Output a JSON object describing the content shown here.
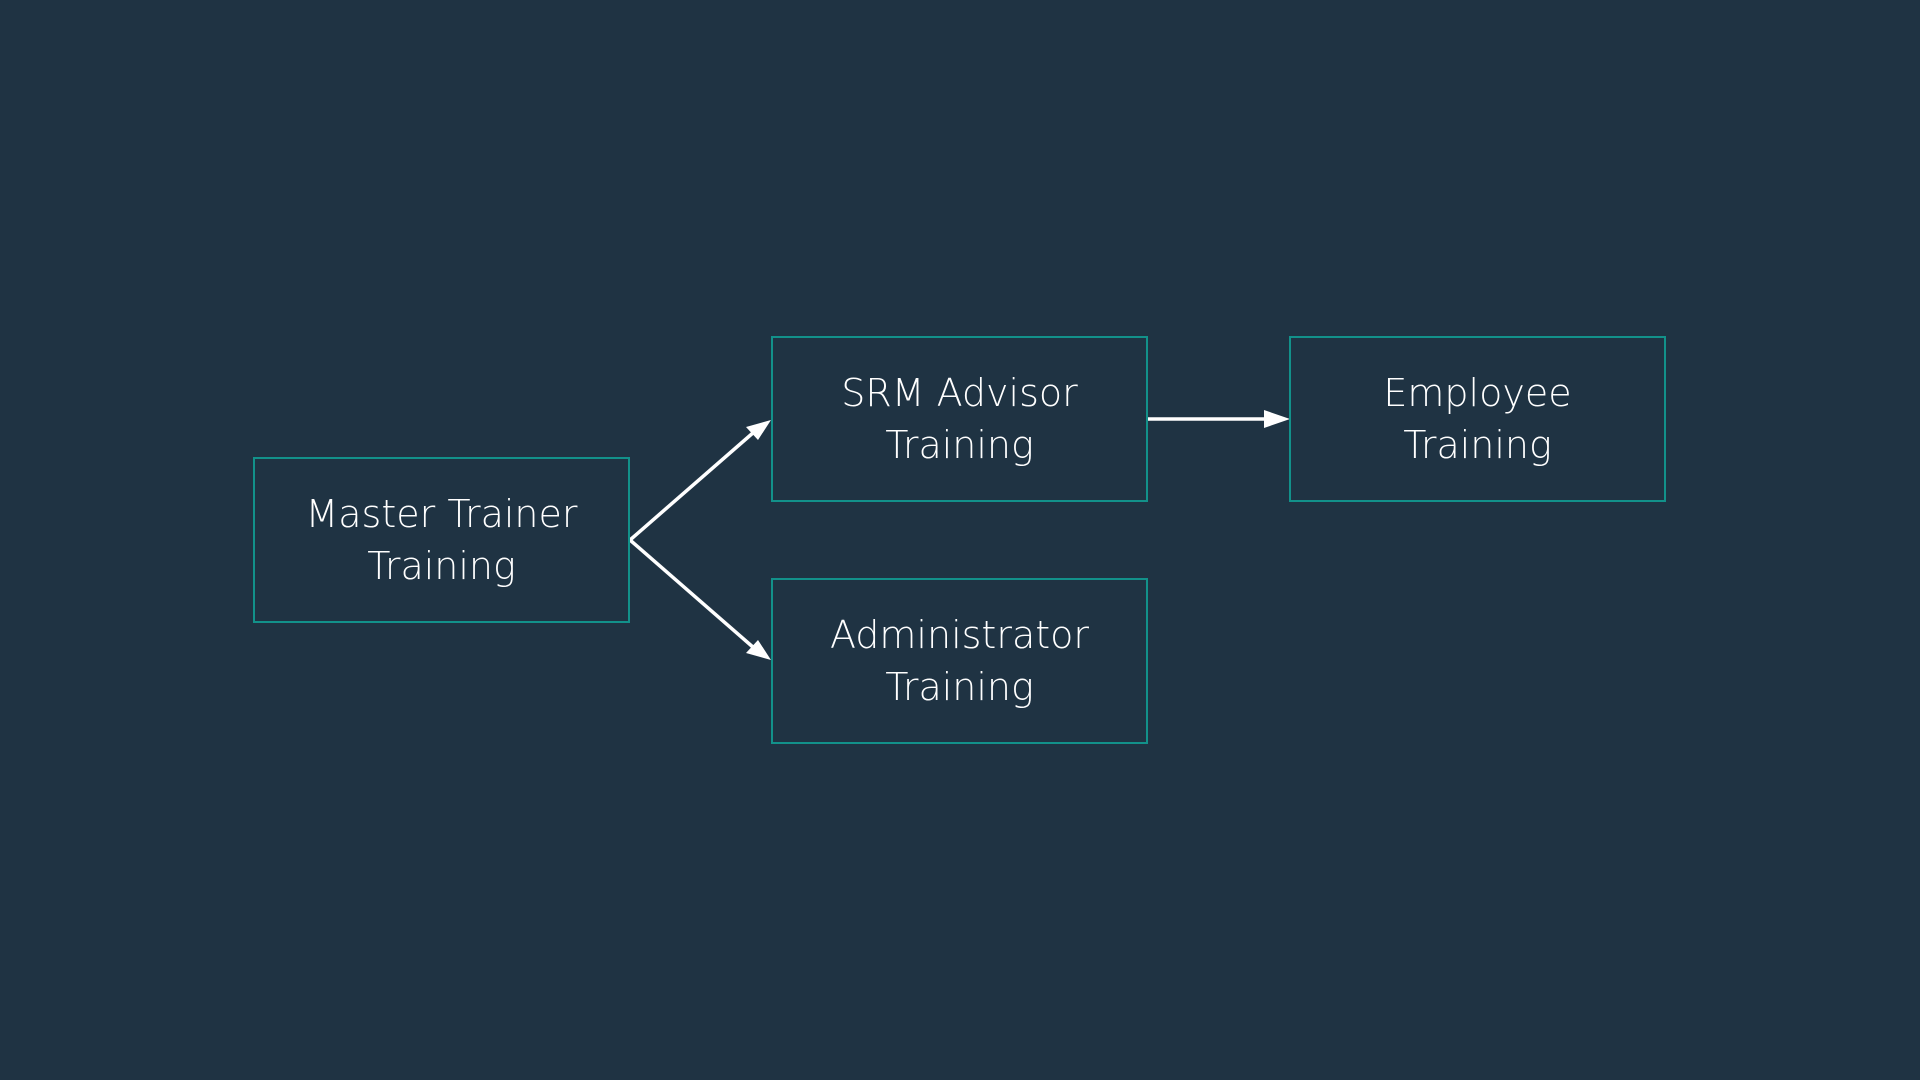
{
  "diagram": {
    "colors": {
      "background": "#1f3343",
      "node_border": "#12918a",
      "text": "#ffffff",
      "arrow": "#ffffff"
    },
    "nodes": {
      "master": {
        "line1": "Master Trainer",
        "line2": "Training"
      },
      "srm": {
        "line1": "SRM Advisor",
        "line2": "Training"
      },
      "admin": {
        "line1": "Administrator",
        "line2": "Training"
      },
      "employee": {
        "line1": "Employee",
        "line2": "Training"
      }
    },
    "edges": [
      {
        "from": "master",
        "to": "srm"
      },
      {
        "from": "master",
        "to": "admin"
      },
      {
        "from": "srm",
        "to": "employee"
      }
    ]
  }
}
